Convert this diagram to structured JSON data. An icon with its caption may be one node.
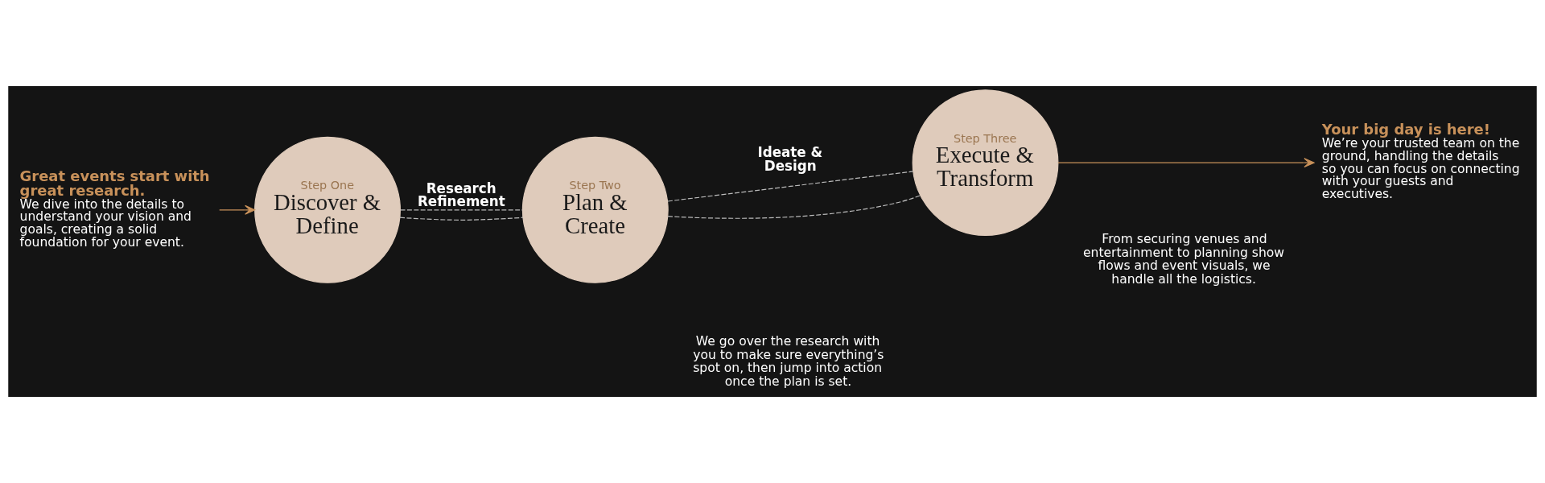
{
  "diagram": {
    "nodes": [
      {
        "text": [
          "Great events start with great research.",
          "We dive into the details to understand your vision and goals, creating a solid foundation for your event."
        ]
      },
      {
        "text": [
          "Step One",
          "Discover & Define"
        ]
      },
      {
        "text": [
          "Step Two",
          "Plan & Create"
        ]
      },
      {
        "text": [
          "Step Three",
          "Execute & Transform"
        ]
      },
      {
        "text": [
          "Your big day is here!",
          "We’re your trusted team on the ground, handling the details so you can focus on connecting with your guests and executives."
        ]
      }
    ],
    "edges": [
      {
        "from": 0,
        "to": 1,
        "arrow": "to",
        "color": "#c8915a"
      },
      {
        "from": 1,
        "to": 2,
        "arrow": "none",
        "style": "dashed",
        "label": "Research Refinement"
      },
      {
        "from": 1,
        "to": 2,
        "arrow": "none",
        "style": "dashed"
      },
      {
        "from": 2,
        "to": 3,
        "arrow": "none",
        "style": "dashed",
        "label": "Ideate & Design"
      },
      {
        "from": 2,
        "to": 3,
        "arrow": "none",
        "style": "dashed"
      },
      {
        "from": 3,
        "to": 4,
        "arrow": "to",
        "color": "#c8915a"
      }
    ],
    "labels": [
      "We go over the research with you to make sure everything’s spot on, then jump into action once the plan is set.",
      "From securing venues and entertainment to planning show flows and event visuals, we handle all the logistics."
    ]
  }
}
